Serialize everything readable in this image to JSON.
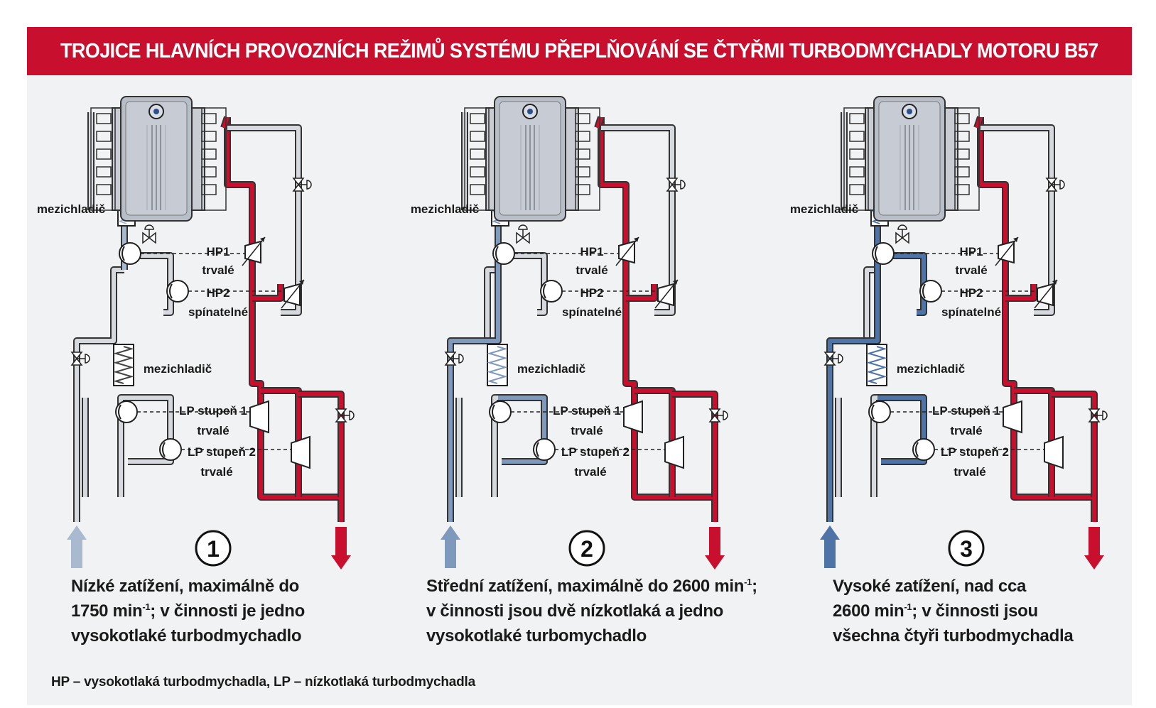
{
  "title": "TROJICE HLAVNÍCH PROVOZNÍCH REŽIMŮ SYSTÉMU PŘEPLŇOVÁNÍ SE ČTYŘMI TURBODMYCHADLY MOTORU B57",
  "labels": {
    "intercooler": "mezichladič",
    "hp1": "HP1",
    "hp1_mode": "trvalé",
    "hp2": "HP2",
    "hp2_mode": "spínatelné",
    "lp1": "LP stupeň 1",
    "lp1_mode": "trvalé",
    "lp2": "LP stupeň 2",
    "lp2_mode": "trvalé"
  },
  "modes": [
    {
      "number": "1",
      "line1": "Nízké zatížení, maximálně do",
      "line2_pre": "1750 min",
      "sup": "-1",
      "line2_post": "; v činnosti je jedno",
      "line3": "vysokotlaké turbodmychadlo",
      "colors": {
        "intake": "#a9b9cf",
        "exhaust": "#c8102e"
      }
    },
    {
      "number": "2",
      "line1_pre": "Střední zatížení, maximálně do 2600 min",
      "sup": "-1",
      "line1_post": ";",
      "line2": "v činnosti jsou dvě nízkotlaká a jedno",
      "line3": "vysokotlaké turbomychadlo",
      "colors": {
        "intake": "#7f99bd",
        "exhaust": "#c8102e"
      }
    },
    {
      "number": "3",
      "line1": "Vysoké zatížení, nad cca",
      "line2_pre": "2600 min",
      "sup": "-1",
      "line2_post": "; v činnosti jsou",
      "line3": "všechna čtyři turbodmychadla",
      "colors": {
        "intake": "#4e73a6",
        "exhaust": "#c8102e"
      }
    }
  ],
  "footnote": "HP – vysokotlaká turbodmychadla, LP – nízkotlaká turbodmychadla"
}
